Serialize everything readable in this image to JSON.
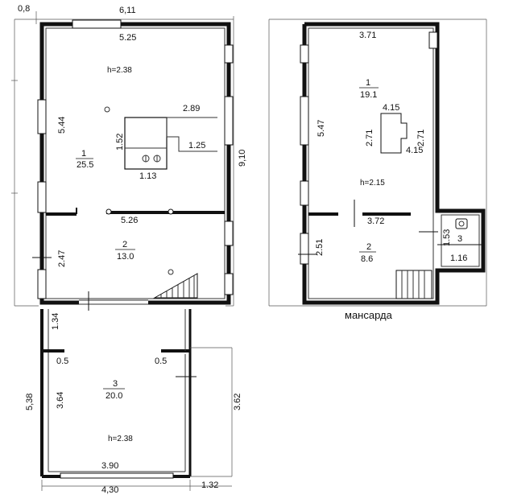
{
  "caption": "мансарда",
  "ground_floor": {
    "outer_top_width": "6,11",
    "corner_offset": "0,8",
    "inner_top_width": "5.25",
    "height_mark_1": "h=2.38",
    "room1_depth": "5.44",
    "stove_width": "2.89",
    "stove_depth": "1.52",
    "stove_step": "1.25",
    "stove_front": "1.13",
    "room1_number": "1",
    "room1_area": "25.5",
    "overall_depth": "9,10",
    "partition_width": "5.26",
    "room2_depth": "2.47",
    "room2_number": "2",
    "room2_area": "13.0",
    "veranda_passage": "1.34",
    "veranda_left_jamb": "0.5",
    "veranda_right_jamb": "0.5",
    "veranda_outer_depth": "5,38",
    "veranda_depth": "3.64",
    "room3_number": "3",
    "room3_area": "20.0",
    "veranda_side_depth": "3.62",
    "height_mark_2": "h=2.38",
    "veranda_inner_width": "3.90",
    "veranda_outer_width": "4,30",
    "veranda_side_width": "1.32"
  },
  "attic_floor": {
    "top_width": "3.71",
    "room1_number": "1",
    "room1_area": "19.1",
    "room1_depth": "5.47",
    "stove_width_top": "4.15",
    "stove_left": "2.71",
    "stove_right": "2.71",
    "stove_width_bottom": "4.15",
    "height_mark": "h=2.15",
    "partition_width": "3.72",
    "wc_depth": "1.53",
    "wc_number": "3",
    "wc_area": "1.16",
    "room2_depth": "2.51",
    "room2_number": "2",
    "room2_area": "8.6"
  }
}
